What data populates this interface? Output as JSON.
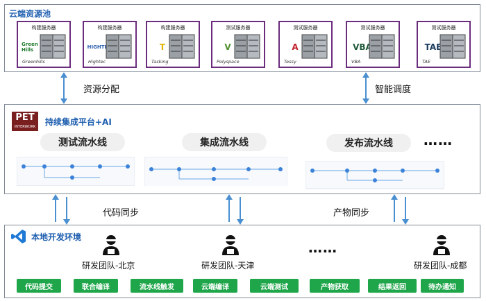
{
  "cloud_pool": {
    "title": "云端资源池",
    "servers": [
      {
        "label": "构建服务器",
        "caption": "Greenhills",
        "logo_text": "Green Hills",
        "logo_color": "#1f7a2c"
      },
      {
        "label": "构建服务器",
        "caption": "Hightec",
        "logo_text": "HIGHTEC",
        "logo_color": "#2a5db0"
      },
      {
        "label": "构建服务器",
        "caption": "Tasking",
        "logo_text": "T",
        "logo_color": "#e0b400"
      },
      {
        "label": "测试服务器",
        "caption": "Polyspace",
        "logo_text": "V",
        "logo_color": "#4f8f2e"
      },
      {
        "label": "测试服务器",
        "caption": "Tessy",
        "logo_text": "A",
        "logo_color": "#c0202a"
      },
      {
        "label": "测试服务器",
        "caption": "VBA",
        "logo_text": "VBA",
        "logo_color": "#1f5a3a"
      },
      {
        "label": "测试服务器",
        "caption": "TAE",
        "logo_text": "TAE",
        "logo_color": "#1a3b5c"
      }
    ]
  },
  "links_top": {
    "left_label": "资源分配",
    "right_label": "智能调度"
  },
  "ci_platform": {
    "title": "持续集成平台+AI",
    "logo_text": "PET",
    "logo_sub": "INTERWORK",
    "pipelines": [
      {
        "label": "测试流水线"
      },
      {
        "label": "集成流水线"
      },
      {
        "label": "发布流水线"
      }
    ],
    "more": "……"
  },
  "links_bottom": {
    "left_label": "代码同步",
    "right_label": "产物同步"
  },
  "local_env": {
    "title": "本地开发环境",
    "teams": [
      {
        "name": "研发团队-北京"
      },
      {
        "name": "研发团队-天津"
      },
      {
        "name": "研发团队-成都"
      }
    ],
    "more": "……",
    "actions": [
      "代码提交",
      "联合编译",
      "流水线触发",
      "云端编译",
      "云端测试",
      "产物获取",
      "结果返回",
      "待办通知"
    ]
  },
  "colors": {
    "panel_border": "#7f8a96",
    "server_border": "#6b2c7e",
    "title_blue": "#1f5fb0",
    "arrow_blue": "#4a8fd0",
    "action_green": "#1fa64a"
  }
}
